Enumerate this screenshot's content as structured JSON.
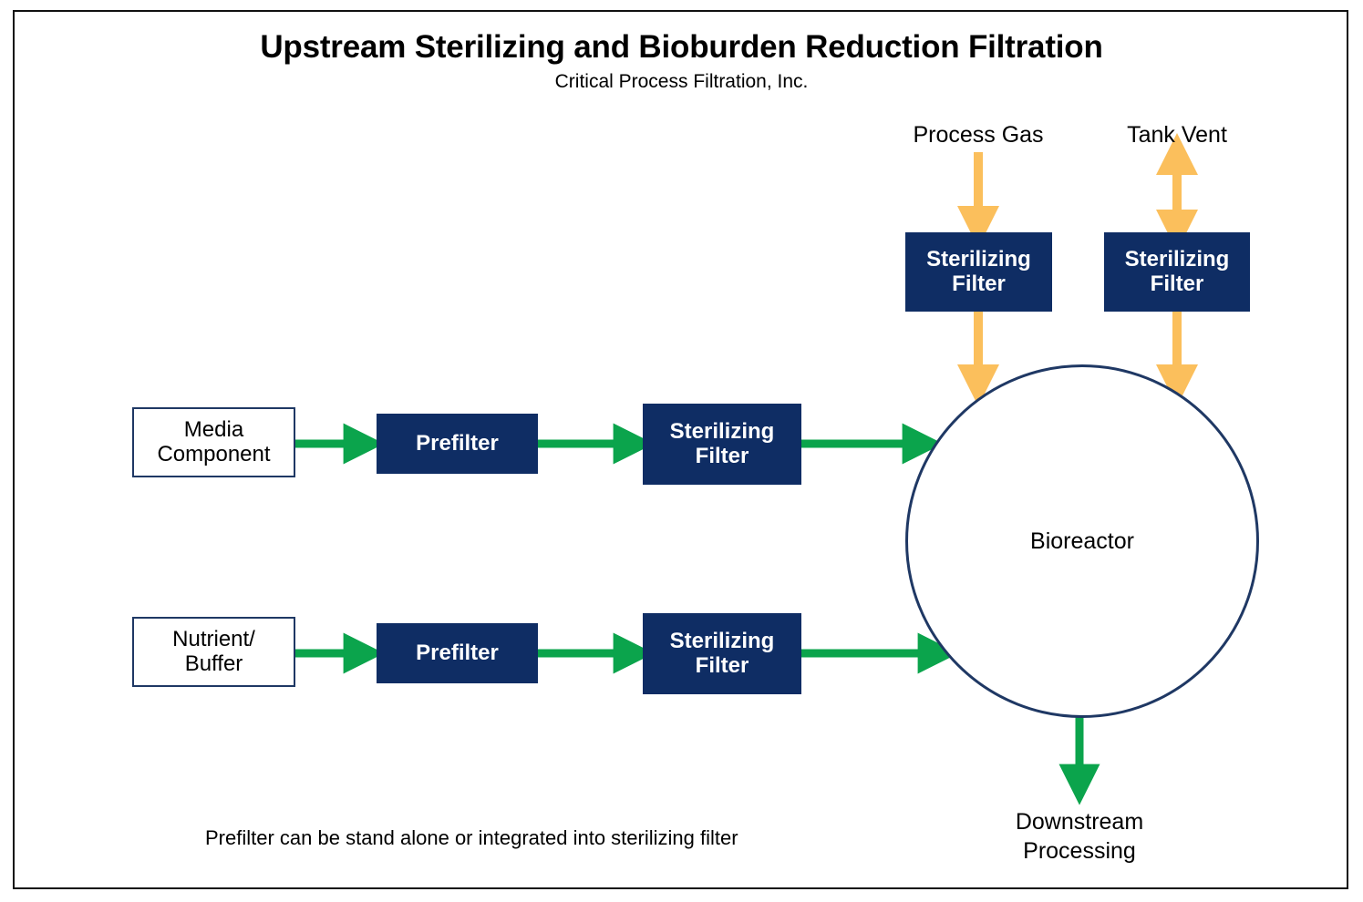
{
  "diagram": {
    "title": "Upstream Sterilizing and Bioburden Reduction Filtration",
    "subtitle": "Critical Process Filtration, Inc.",
    "footnote": "Prefilter can be stand alone or integrated into sterilizing filter",
    "colors": {
      "navy_fill": "#0F2D64",
      "navy_outline": "#1F3864",
      "green_arrow": "#0BA44C",
      "orange_arrow": "#FBBF5C",
      "frame_border": "#111111",
      "text": "#000000",
      "box_text": "#FFFFFF"
    }
  },
  "nodes": {
    "media_component": "Media\nComponent",
    "nutrient_buffer": "Nutrient/\nBuffer",
    "prefilter_top": "Prefilter",
    "prefilter_bottom": "Prefilter",
    "sterilizing_filter_media": "Sterilizing\nFilter",
    "sterilizing_filter_nutrient": "Sterilizing\nFilter",
    "sterilizing_filter_gas": "Sterilizing\nFilter",
    "sterilizing_filter_vent": "Sterilizing\nFilter",
    "bioreactor": "Bioreactor",
    "process_gas": "Process Gas",
    "tank_vent": "Tank Vent",
    "downstream": "Downstream\nProcessing"
  },
  "flows": [
    {
      "from": "media_component",
      "to": "prefilter_top",
      "color": "green",
      "direction": "right"
    },
    {
      "from": "prefilter_top",
      "to": "sterilizing_filter_media",
      "color": "green",
      "direction": "right"
    },
    {
      "from": "sterilizing_filter_media",
      "to": "bioreactor",
      "color": "green",
      "direction": "right"
    },
    {
      "from": "nutrient_buffer",
      "to": "prefilter_bottom",
      "color": "green",
      "direction": "right"
    },
    {
      "from": "prefilter_bottom",
      "to": "sterilizing_filter_nutrient",
      "color": "green",
      "direction": "right"
    },
    {
      "from": "sterilizing_filter_nutrient",
      "to": "bioreactor",
      "color": "green",
      "direction": "right"
    },
    {
      "from": "process_gas",
      "to": "sterilizing_filter_gas",
      "color": "orange",
      "direction": "down"
    },
    {
      "from": "sterilizing_filter_gas",
      "to": "bioreactor",
      "color": "orange",
      "direction": "down"
    },
    {
      "from": "sterilizing_filter_vent",
      "to": "tank_vent",
      "color": "orange",
      "direction": "bidirectional"
    },
    {
      "from": "bioreactor",
      "to": "sterilizing_filter_vent",
      "color": "orange",
      "direction": "down"
    },
    {
      "from": "bioreactor",
      "to": "downstream",
      "color": "green",
      "direction": "down"
    }
  ]
}
